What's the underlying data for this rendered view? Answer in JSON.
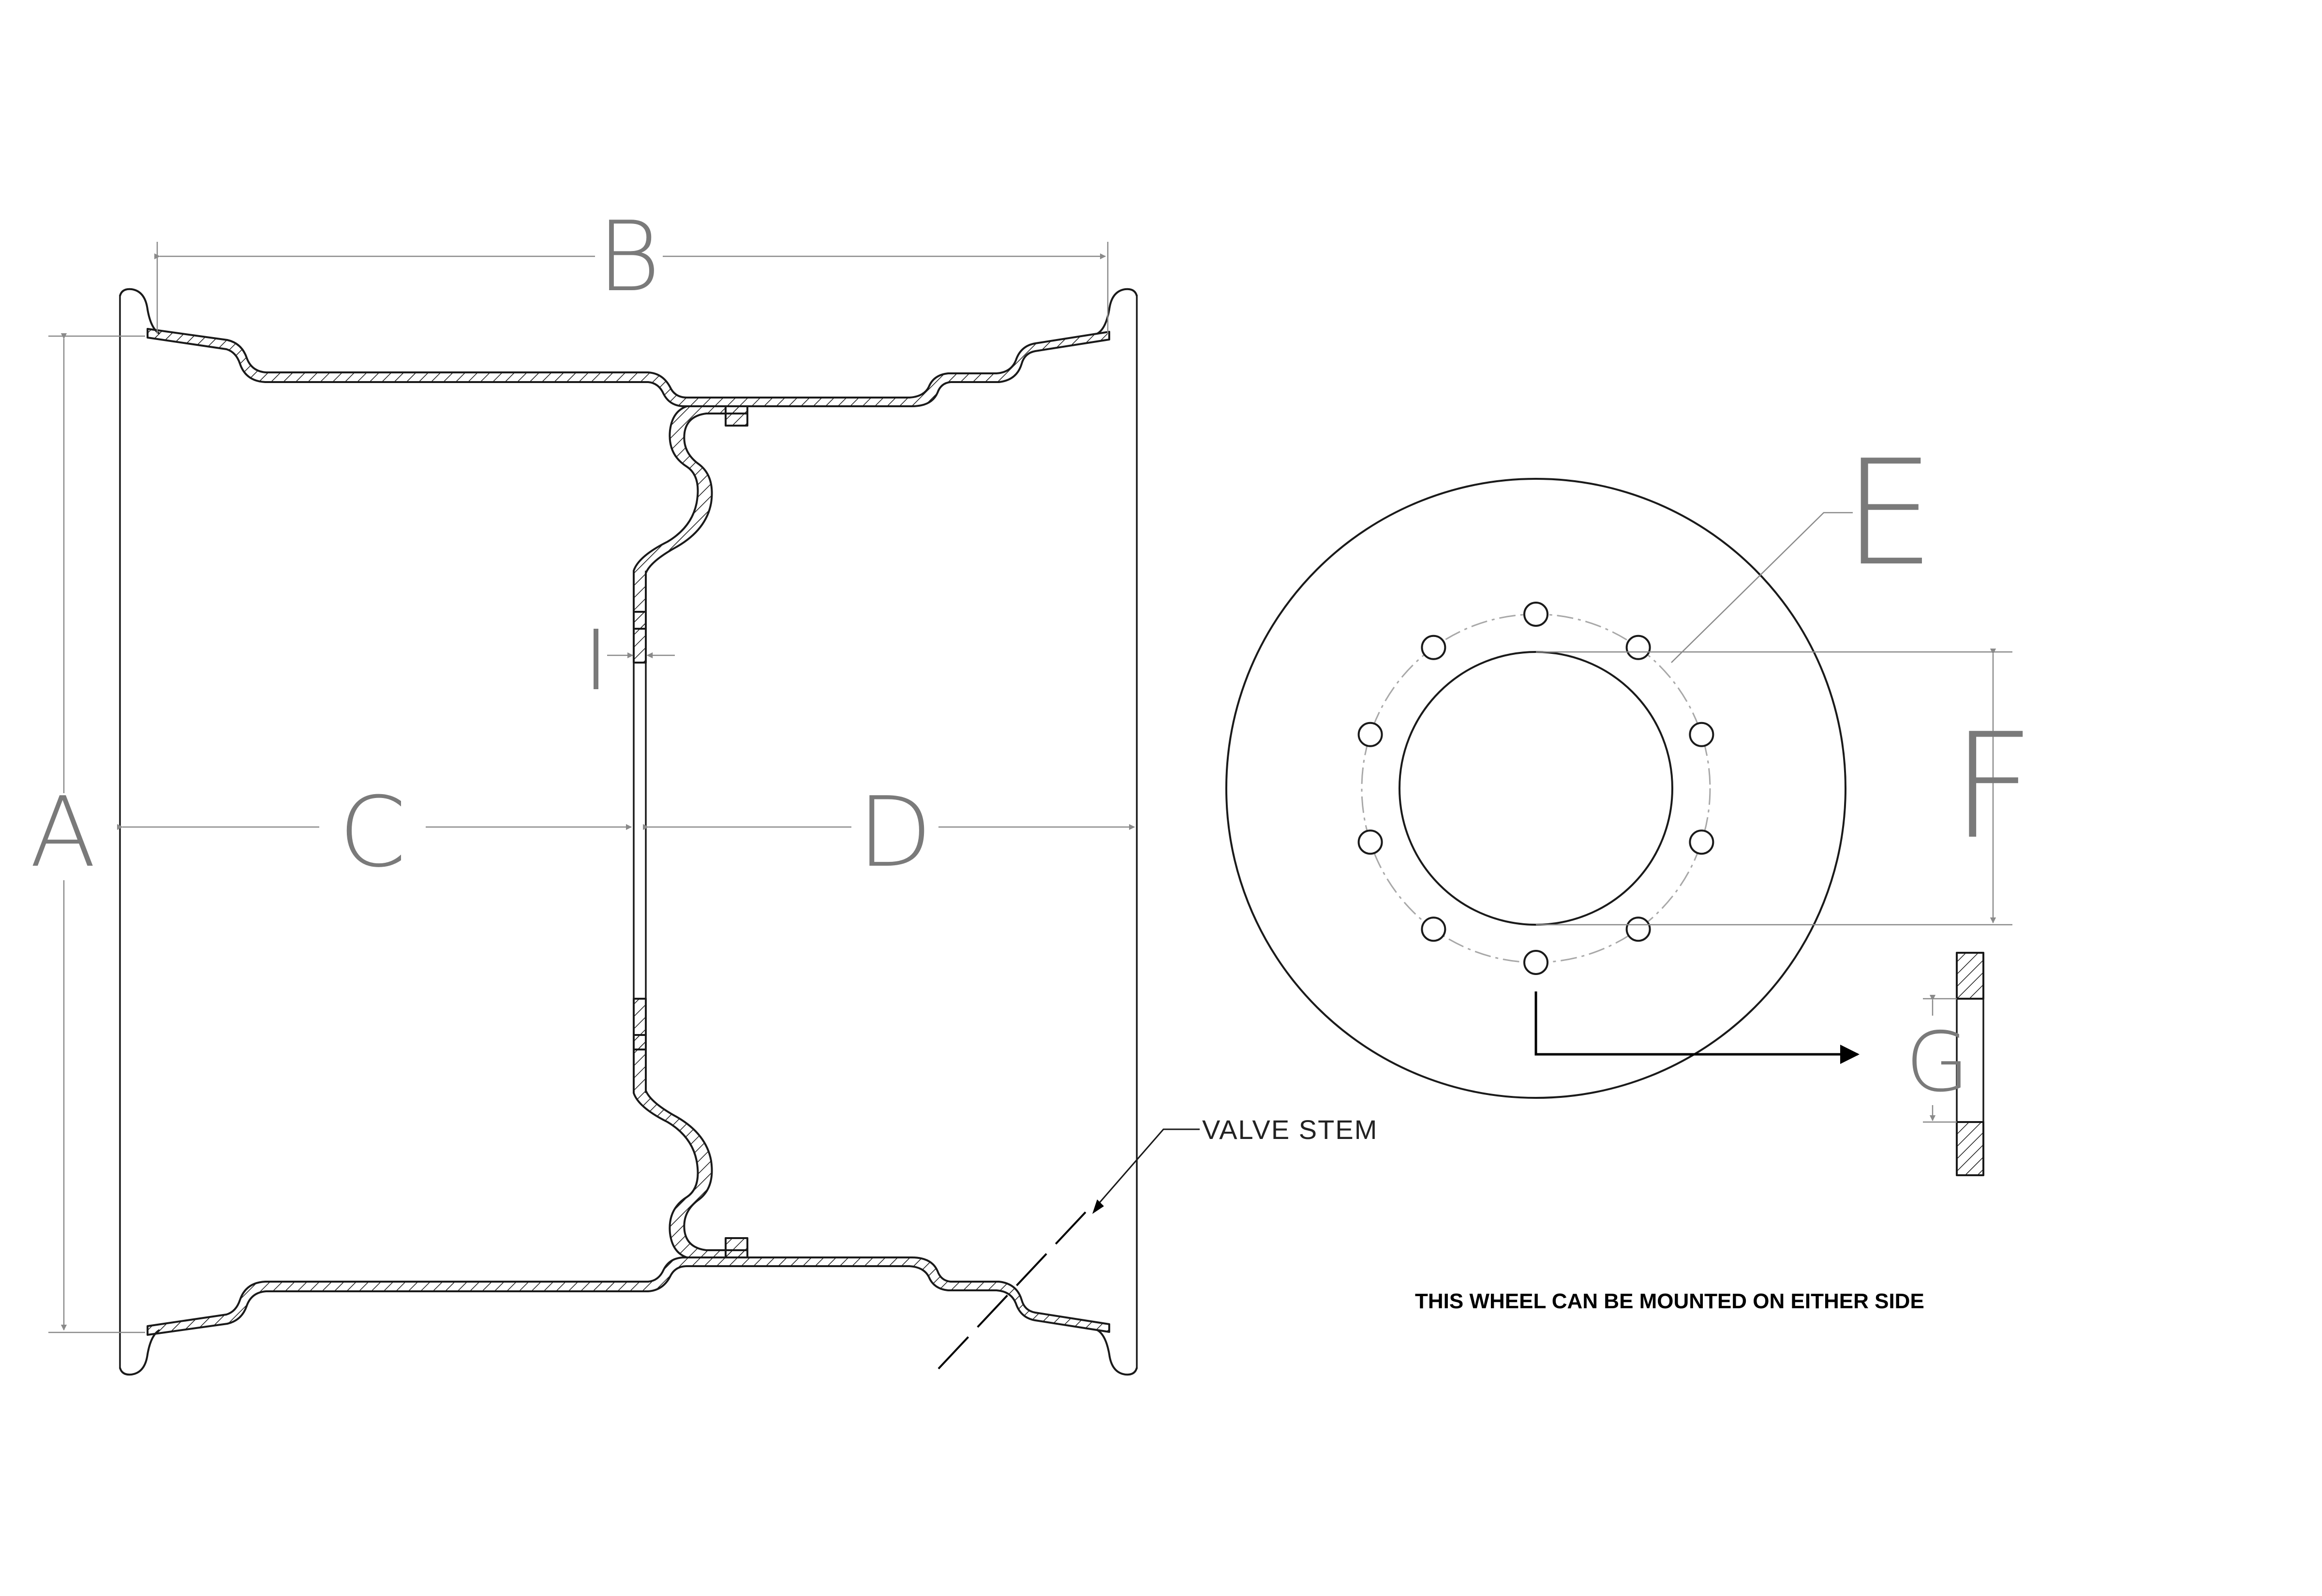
{
  "labels": {
    "a": "A",
    "b": "B",
    "c": "C",
    "d": "D",
    "e": "E",
    "f": "F",
    "g": "G",
    "i": "I"
  },
  "valve_stem_label": "VALVE STEM",
  "note": "THIS WHEEL CAN BE MOUNTED ON EITHER SIDE",
  "bolt_hole_count": 10
}
